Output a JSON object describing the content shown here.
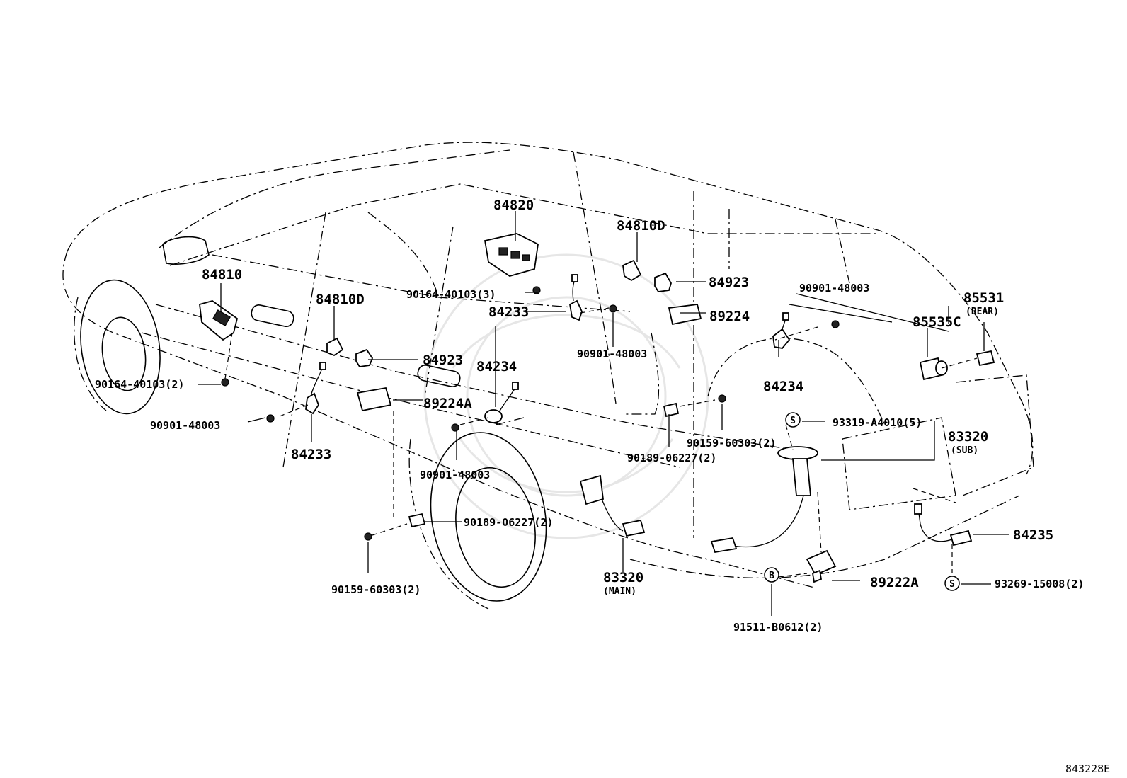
{
  "diagram": {
    "footer_code": "843228E",
    "labels": {
      "l84820": "84820",
      "l84810D_top": "84810D",
      "l84923_right": "84923",
      "l90901_48003_top": "90901-48003",
      "l85531": "85531",
      "l85531_note": "(REAR)",
      "l85535C": "85535C",
      "l84810": "84810",
      "l90164_40103_3": "90164-40103(3)",
      "l84233_center": "84233",
      "l89224": "89224",
      "l84810D_left": "84810D",
      "l90901_48003_center": "90901-48003",
      "l84234_right": "84234",
      "l84923_left": "84923",
      "l84234_center": "84234",
      "l90164_40103_2": "90164-40103(2)",
      "l89224A": "89224A",
      "l93319_A4010_5": "93319-A4010(5)",
      "l83320_sub": "83320",
      "l83320_sub_note": "(SUB)",
      "l90901_48003_left": "90901-48003",
      "l90159_60303_2_right": "90159-60303(2)",
      "l84233_left": "84233",
      "l90189_06227_2_right": "90189-06227(2)",
      "l90901_48003_lower": "90901-48003",
      "l90189_06227_2_lower": "90189-06227(2)",
      "l84235": "84235",
      "l83320_main": "83320",
      "l83320_main_note": "(MAIN)",
      "l89222A": "89222A",
      "l90159_60303_2_lower": "90159-60303(2)",
      "l93269_15008_2": "93269-15008(2)",
      "l91511_B0612_2": "91511-B0612(2)"
    },
    "symbols": {
      "s1": "S",
      "s2": "B",
      "s3": "S"
    }
  }
}
